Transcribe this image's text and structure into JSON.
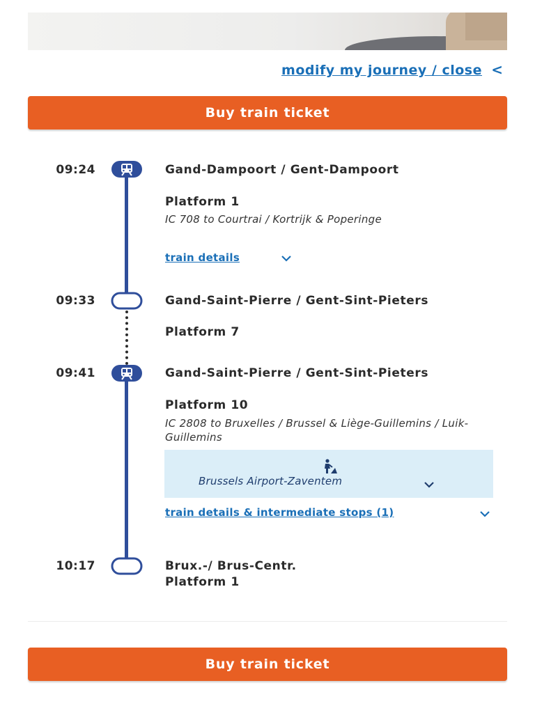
{
  "header": {
    "modify_link": "modify my journey / close",
    "modify_chevron": "<"
  },
  "buttons": {
    "buy_top": "Buy train ticket",
    "buy_bottom": "Buy train ticket"
  },
  "stops": [
    {
      "time": "09:24",
      "station": "Gand-Dampoort / Gent-Dampoort",
      "platform": "Platform 1",
      "node": "train-icon"
    },
    {
      "time": "09:33",
      "station": "Gand-Saint-Pierre / Gent-Sint-Pieters",
      "platform": "Platform 7",
      "node": "ring"
    },
    {
      "time": "09:41",
      "station": "Gand-Saint-Pierre / Gent-Sint-Pieters",
      "platform": "Platform 10",
      "node": "train-icon"
    },
    {
      "time": "10:17",
      "station": "Brux.-/ Brus-Centr.",
      "platform": "Platform 1",
      "node": "ring"
    }
  ],
  "legs": [
    {
      "train": "IC 708 to Courtrai / Kortrijk & Poperinge",
      "details_link": "train details"
    },
    {
      "train": "IC 2808 to Bruxelles / Brussel & Liège-Guillemins / Luik-Guillemins",
      "details_link": "train details & intermediate stops (1)"
    }
  ],
  "notice": {
    "text": "Brussels Airport-Zaventem",
    "icon": "roadworks-icon"
  },
  "colors": {
    "accent": "#e85f23",
    "line": "#2f4e9b",
    "link": "#1a6fb7",
    "notice_bg": "#dbeef8"
  }
}
